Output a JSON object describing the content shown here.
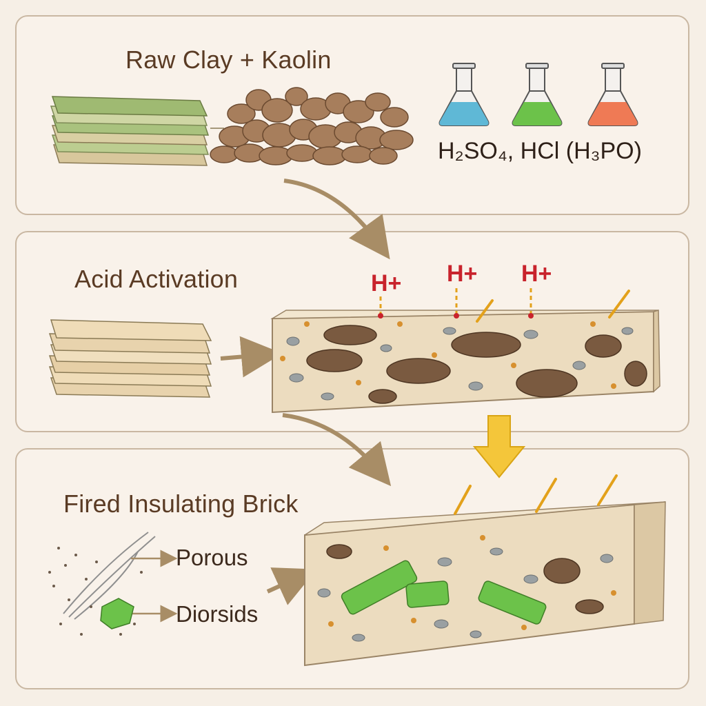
{
  "panels": {
    "raw": {
      "title": "Raw Clay + Kaolin",
      "formula": "H₂SO₄, HCl (H₃PO)"
    },
    "acid": {
      "title": "Acid Activation",
      "ions": [
        "H+",
        "H+",
        "H+"
      ]
    },
    "fired": {
      "title": "Fired Insulating Brick",
      "labels": [
        "Porous",
        "Diorsids"
      ]
    }
  },
  "colors": {
    "panel_border": "#c9b7a2",
    "panel_fill": "#f9f2ea",
    "title_text": "#5a3b24",
    "ion_red": "#c8232c",
    "flask_blue": "#5fb8d6",
    "flask_green": "#6cc24a",
    "flask_orange": "#ef7a55",
    "brick_fill": "#ecdcbf",
    "clay_brown": "#a77e5c",
    "arrow_yellow": "#f4c63a",
    "arrow_tan": "#a88d66"
  }
}
